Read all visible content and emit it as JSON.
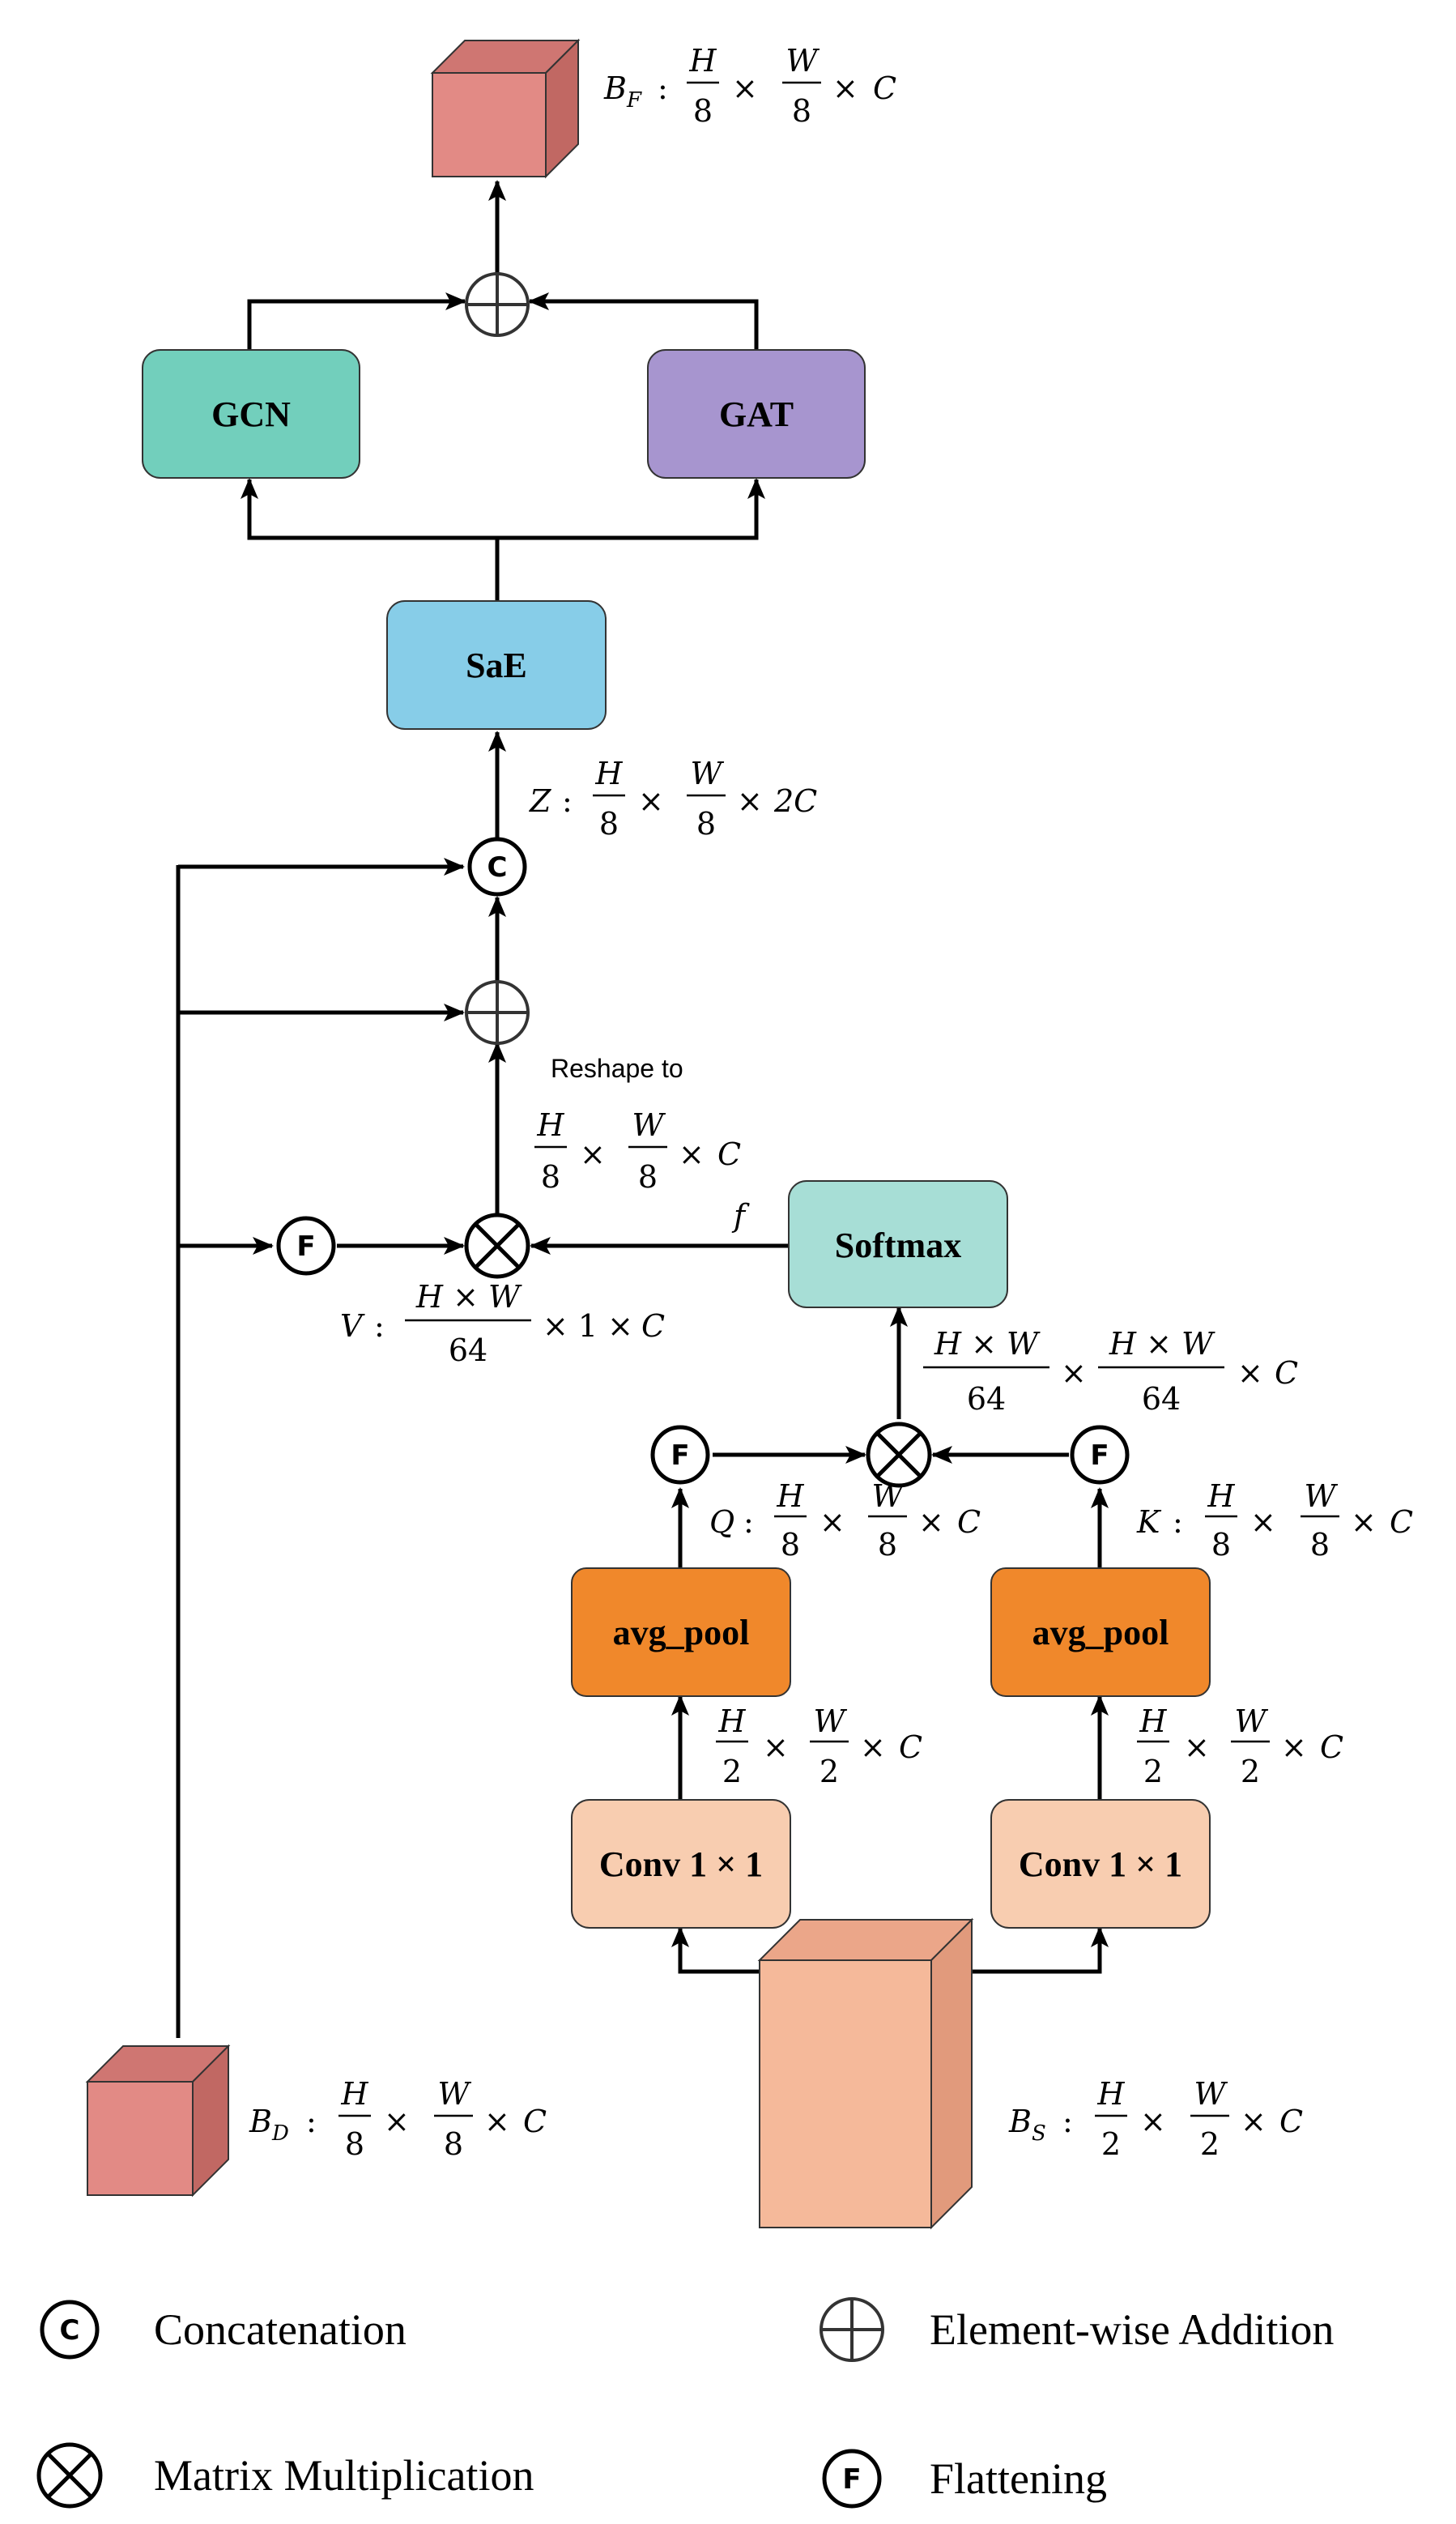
{
  "colors": {
    "gcn": "#72cfbc",
    "gat": "#a795cf",
    "sae": "#87cde8",
    "softmax": "#a7ded6",
    "avg_pool": "#f0882b",
    "conv": "#f8cdb0",
    "cube_red_front": "#e28a85",
    "cube_red_top": "#cf7672",
    "cube_red_side": "#c16863",
    "cube_peach_front": "#f5b99a",
    "cube_peach_top": "#eba689",
    "cube_peach_side": "#e19a7c"
  },
  "blocks": {
    "gcn": "GCN",
    "gat": "GAT",
    "sae": "SaE",
    "softmax": "Softmax",
    "avg_pool_left": "avg_pool",
    "avg_pool_right": "avg_pool",
    "conv_left": "Conv 1 × 1",
    "conv_right": "Conv 1 × 1"
  },
  "operators": {
    "concat_letter": "C",
    "flatten_letter": "F"
  },
  "labels": {
    "bf_name": "B",
    "bf_sub": "F",
    "z_name": "Z",
    "bd_name": "B",
    "bd_sub": "D",
    "bs_name": "B",
    "bs_sub": "S",
    "q_name": "Q",
    "k_name": "K",
    "v_name": "V",
    "f_name": "f",
    "reshape": "Reshape to",
    "colon": ":",
    "times": "×",
    "H": "H",
    "W": "W",
    "C": "C",
    "two_C": "2C",
    "eight": "8",
    "two": "2",
    "sixty_four": "64",
    "HxW": "H × W",
    "times_one": "× 1 ×"
  },
  "legend": {
    "concatenation": "Concatenation",
    "elementwise_addition": "Element-wise Addition",
    "matrix_multiplication": "Matrix Multiplication",
    "flattening": "Flattening"
  }
}
